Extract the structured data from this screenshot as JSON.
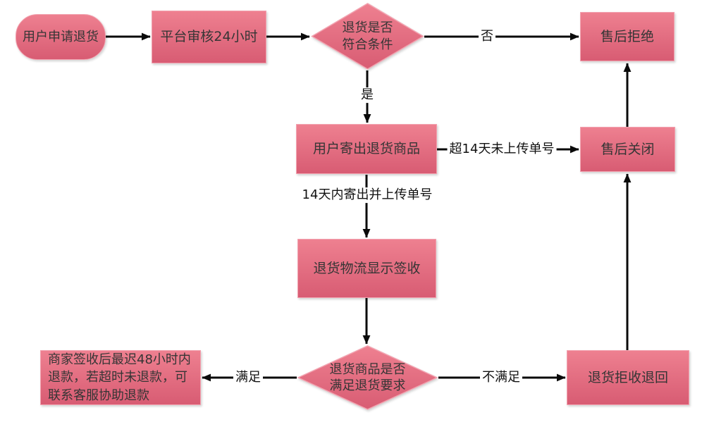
{
  "diagram": {
    "type": "flowchart",
    "background": "#ffffff",
    "colors": {
      "node_gradient_top": "#ee8090",
      "node_gradient_bottom": "#d85c73",
      "node_border": "#f2a3b0",
      "node_text": "#353535",
      "edge": "#0a0a0a",
      "edge_label_text": "#111111",
      "background": "#ffffff"
    },
    "nodes": {
      "start": {
        "shape": "stadium",
        "label": "用户申请退货"
      },
      "review": {
        "shape": "rect",
        "label": "平台审核24小时"
      },
      "check1": {
        "shape": "diamond",
        "label": "退货是否\n符合条件"
      },
      "reject": {
        "shape": "rect",
        "label": "售后拒绝"
      },
      "ship": {
        "shape": "rect",
        "label": "用户寄出退货商品"
      },
      "close": {
        "shape": "rect",
        "label": "售后关闭"
      },
      "signed": {
        "shape": "rect",
        "label": "退货物流显示签收"
      },
      "check2": {
        "shape": "diamond",
        "label": "退货商品是否\n满足退货要求"
      },
      "refund": {
        "shape": "rect",
        "label": "商家签收后最迟48小时内退款，若超时未退款，可联系客服协助退款"
      },
      "refused": {
        "shape": "rect",
        "label": "退货拒收退回"
      }
    },
    "edge_labels": {
      "no": {
        "label": "否"
      },
      "yes": {
        "label": "是"
      },
      "over_14_days": {
        "label": "超14天未上传单号"
      },
      "within_14_days": {
        "label": "14天内寄出并上传单号"
      },
      "satisfied": {
        "label": "满足"
      },
      "not_satisfied": {
        "label": "不满足"
      }
    }
  }
}
